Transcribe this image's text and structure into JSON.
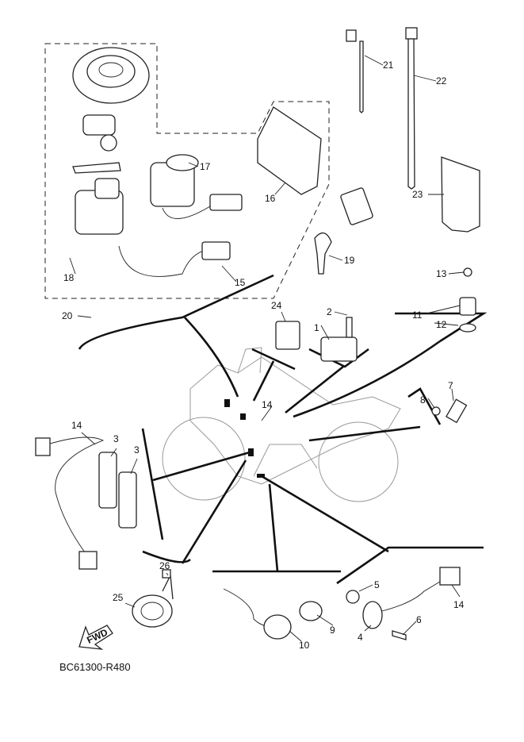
{
  "diagram": {
    "code": "BC61300-R480",
    "fwd_label": "FWD",
    "callouts": {
      "c21": "21",
      "c22": "22",
      "c23": "23",
      "c17": "17",
      "c16": "16",
      "c19": "19",
      "c15": "15",
      "c18": "18",
      "c20": "20",
      "c24": "24",
      "c2": "2",
      "c1": "1",
      "c13": "13",
      "c11": "11",
      "c12": "12",
      "c8": "8",
      "c7": "7",
      "c14a": "14",
      "c14b": "14",
      "c3a": "3",
      "c3b": "3",
      "c26": "26",
      "c25": "25",
      "c5": "5",
      "c14c": "14",
      "c6": "6",
      "c4": "4",
      "c10": "10",
      "c9": "9"
    }
  }
}
